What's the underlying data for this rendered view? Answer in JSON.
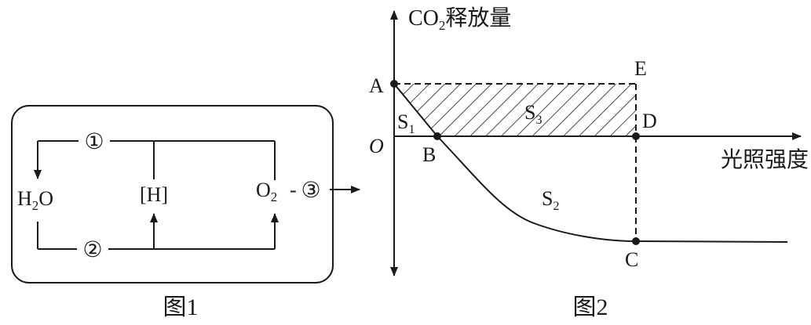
{
  "colors": {
    "ink": "#1a1a1a",
    "background": "#ffffff"
  },
  "fig1": {
    "caption": "图1",
    "circle1": "①",
    "circle2": "②",
    "circle3": "③",
    "h2o_h": "H",
    "h2o_sub": "2",
    "h2o_o": "O",
    "h_label": "[H]",
    "o2_o": "O",
    "o2_sub": "2",
    "dash": "-"
  },
  "fig2": {
    "caption": "图2",
    "y_axis_main": "CO",
    "y_axis_sub": "2",
    "y_axis_tail": "释放量",
    "x_axis_label": "光照强度",
    "origin_label": "O",
    "point_a": "A",
    "point_b": "B",
    "point_c": "C",
    "point_d": "D",
    "point_e": "E",
    "s1": "S",
    "s1_sub": "1",
    "s2": "S",
    "s2_sub": "2",
    "s3": "S",
    "s3_sub": "3"
  }
}
